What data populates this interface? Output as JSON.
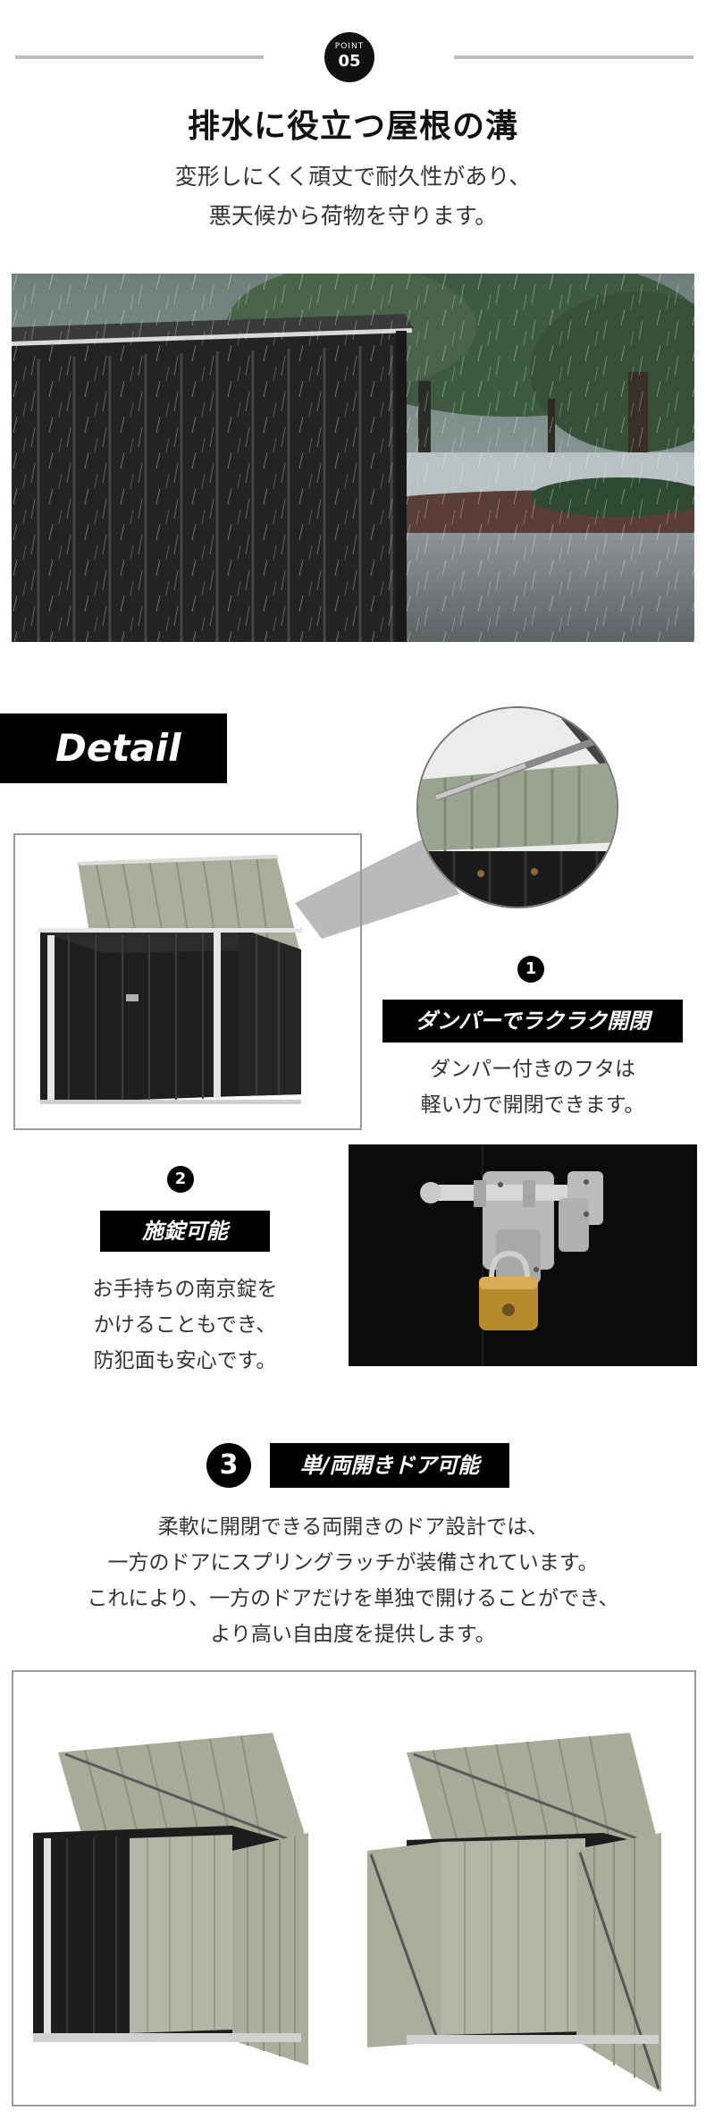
{
  "point": {
    "label": "POINT",
    "number": "05"
  },
  "heading": {
    "title": "排水に役立つ屋根の溝",
    "subtitle_lines": [
      "変形しにくく頑丈で耐久性があり、",
      "悪天候から荷物を守ります。"
    ]
  },
  "detail": {
    "badge": "Detail",
    "items": [
      {
        "number": "1",
        "label": "ダンパーでラクラク開閉",
        "desc_lines": [
          "ダンパー付きのフタは",
          "軽い力で開閉できます。"
        ]
      },
      {
        "number": "2",
        "label": "施錠可能",
        "desc_lines": [
          "お手持ちの南京錠を",
          "かけることもでき、",
          "防犯面も安心です。"
        ]
      },
      {
        "number": "3",
        "label": "単/両開きドア可能",
        "desc_lines": [
          "柔軟に開閉できる両開きのドア設計では、",
          "一方のドアにスプリングラッチが装備されています。",
          "これにより、一方のドアだけを単独で開けることができ、",
          "より高い自由度を提供します。"
        ]
      }
    ]
  },
  "colors": {
    "accent": "#000000",
    "divider": "#bdbdbd",
    "shed_body": "#1e1e1e",
    "shed_interior": "#9ca38e"
  }
}
